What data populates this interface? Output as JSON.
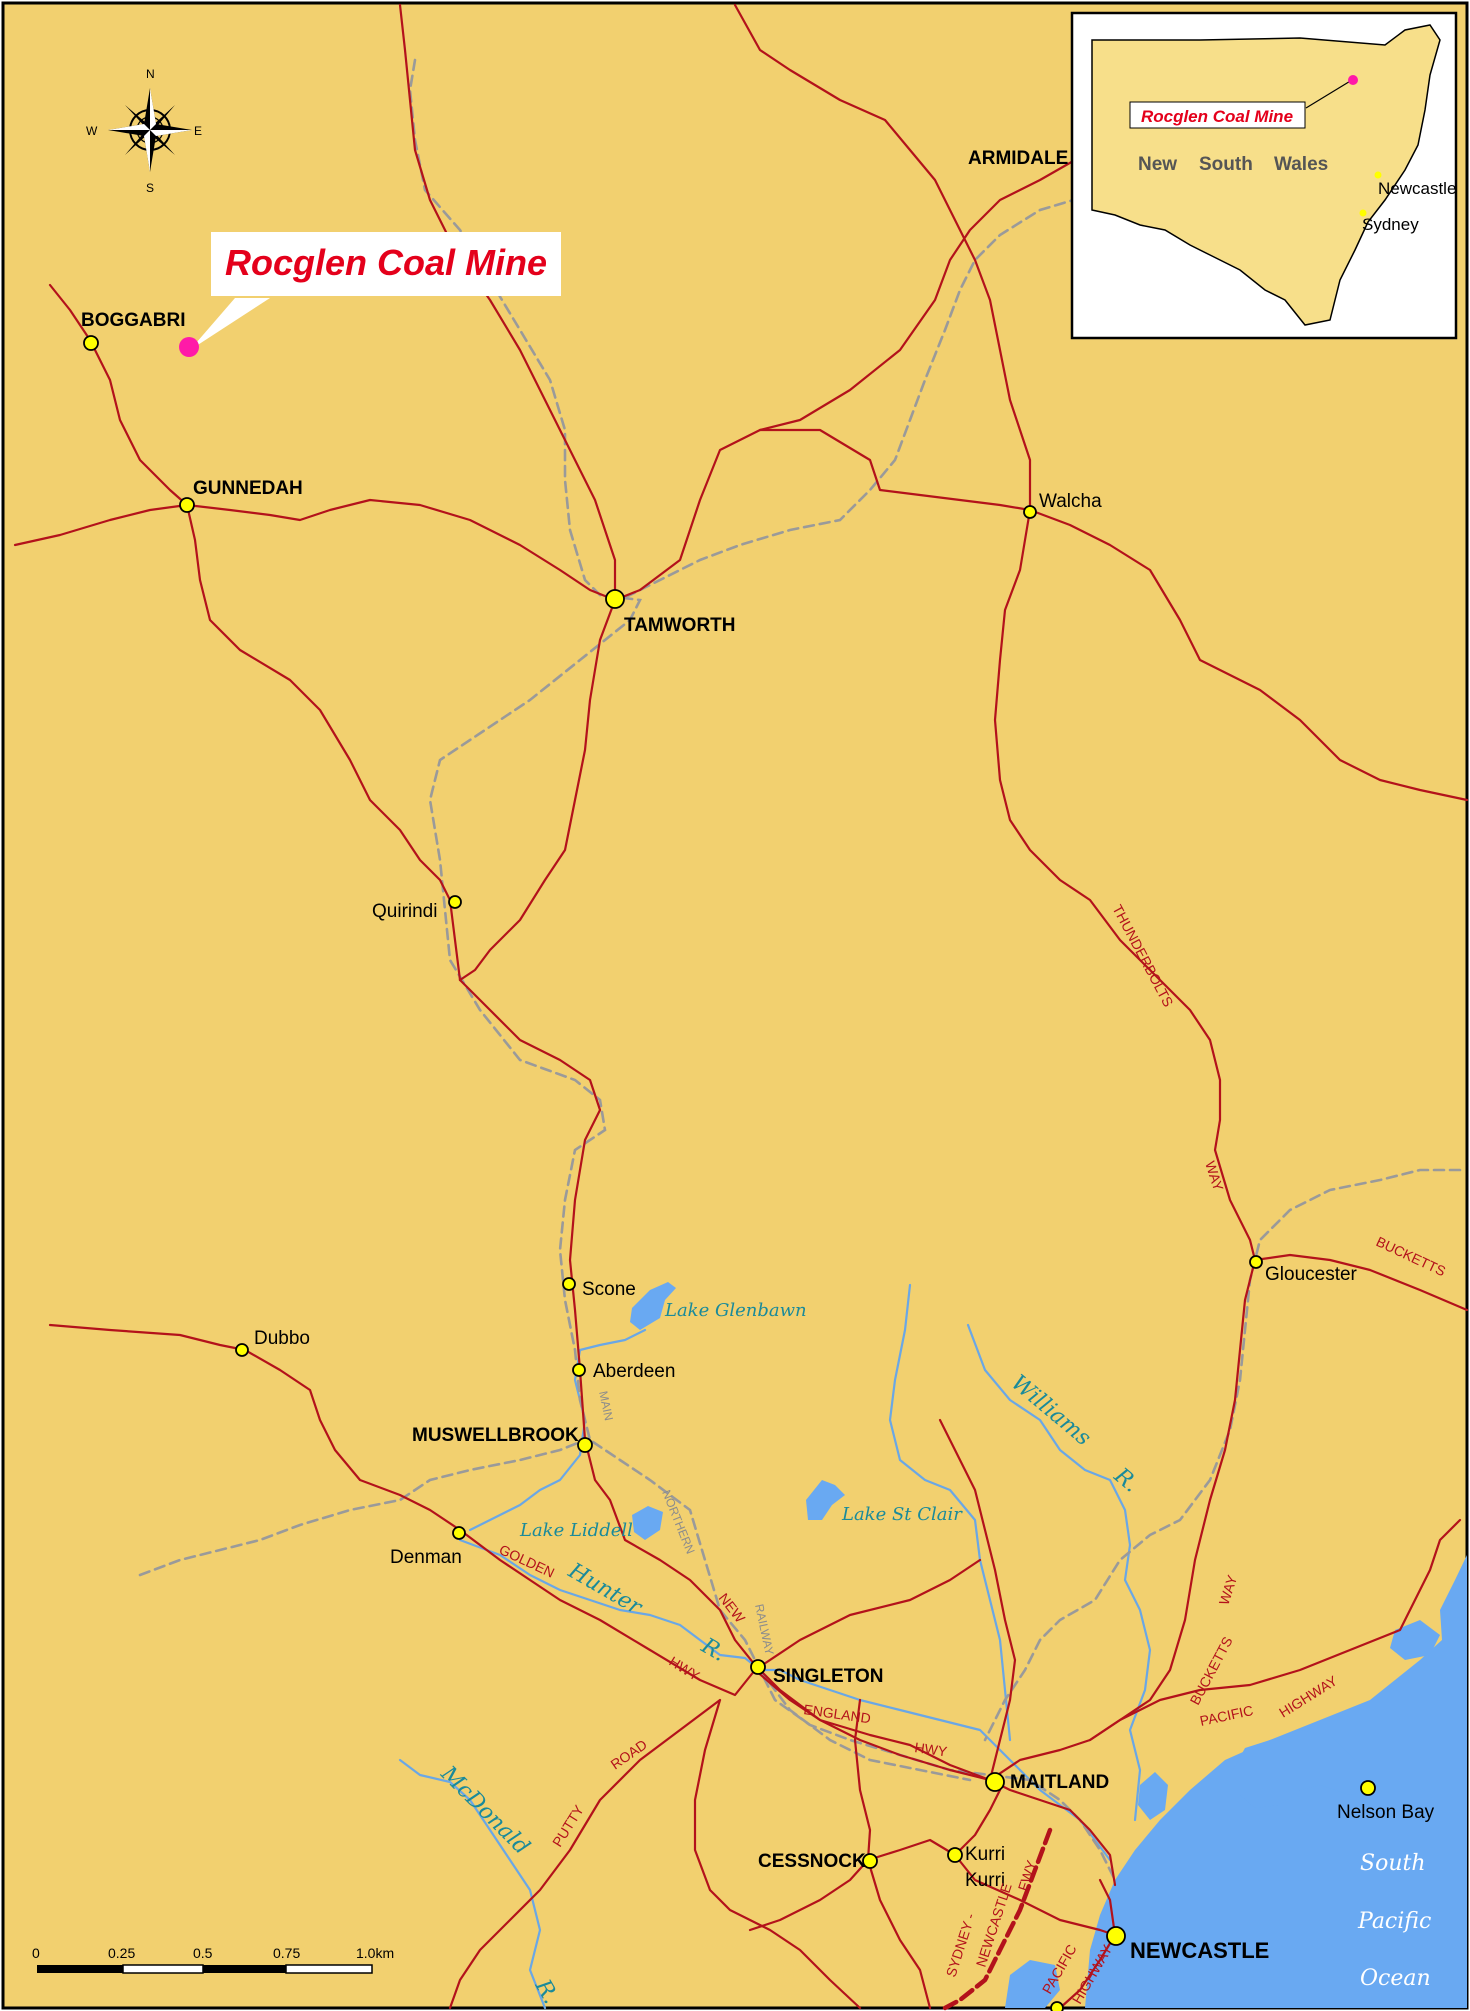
{
  "colors": {
    "land": "#f2d06f",
    "water": "#69a9f2",
    "road": "#b3121b",
    "rail": "#9a9a9a",
    "river": "#6aa7e6",
    "town_marker": "#ffff00",
    "mine_marker": "#ff1aa8",
    "mine_label": "#e4001b",
    "inset_land": "#f7df8a"
  },
  "compass": {
    "n": "N",
    "s": "S",
    "e": "E",
    "w": "W"
  },
  "mine": {
    "label": "Rocglen Coal Mine"
  },
  "towns": {
    "armidale": "ARMIDALE",
    "boggabri": "BOGGABRI",
    "gunnedah": "GUNNEDAH",
    "walcha": "Walcha",
    "tamworth": "TAMWORTH",
    "quirindi": "Quirindi",
    "gloucester": "Gloucester",
    "scone": "Scone",
    "dubbo": "Dubbo",
    "aberdeen": "Aberdeen",
    "muswellbrook": "MUSWELLBROOK",
    "denman": "Denman",
    "singleton": "SINGLETON",
    "maitland": "MAITLAND",
    "cessnock": "CESSNOCK",
    "kurri1": "Kurri",
    "kurri2": "Kurri",
    "nelson_bay": "Nelson Bay",
    "newcastle": "NEWCASTLE"
  },
  "water": {
    "lake_glenbawn": "Lake Glenbawn",
    "lake_liddell": "Lake Liddell",
    "lake_st_clair": "Lake St Clair",
    "williams": "Williams",
    "williams_r": "R.",
    "hunter": "Hunter",
    "hunter_r": "R.",
    "mcdonald": "McDonald",
    "mcdonald_r": "R.",
    "ocean_1": "South",
    "ocean_2": "Pacific",
    "ocean_3": "Ocean"
  },
  "highways": {
    "thunderbolts": "THUNDERBOLTS",
    "way1": "WAY",
    "way2": "WAY",
    "bucketts1": "BUCKETTS",
    "bucketts2": "BUCKETTS",
    "golden": "GOLDEN",
    "hwy1": "HWY",
    "new": "NEW",
    "england": "ENGLAND",
    "hwy2": "HWY",
    "pacific1": "PACIFIC",
    "highway1": "HIGHWAY",
    "putty": "PUTTY",
    "road": "ROAD",
    "sydney": "SYDNEY -",
    "newcastle": "NEWCASTLE",
    "fwy": "FWY",
    "pacific2": "PACIFIC",
    "highway2": "HIGHWAY"
  },
  "railway": {
    "main": "MAIN",
    "northern": "NORTHERN",
    "railway": "RAILWAY"
  },
  "scale": {
    "ticks": [
      "0",
      "0.25",
      "0.5",
      "0.75",
      "1.0km"
    ]
  },
  "inset": {
    "mine_label": "Rocglen Coal Mine",
    "state_1": "New",
    "state_2": "South",
    "state_3": "Wales",
    "newcastle": "Newcastle",
    "sydney": "Sydney"
  }
}
